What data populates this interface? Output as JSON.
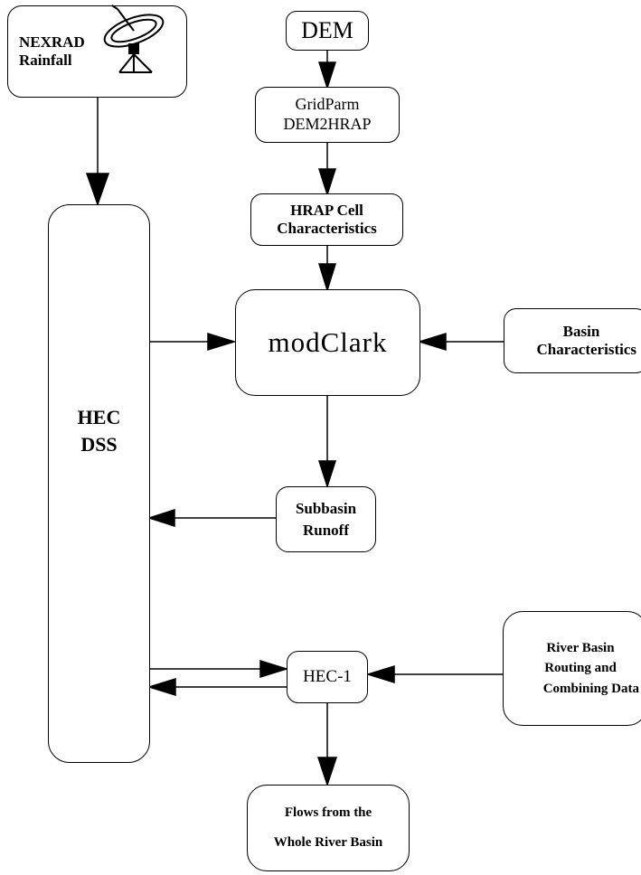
{
  "nodes": {
    "nexrad": {
      "line1": "NEXRAD",
      "line2": "Rainfall",
      "icon": "radar-dish-icon"
    },
    "dem": {
      "label": "DEM"
    },
    "gridparm": {
      "line1": "GridParm",
      "line2": "DEM2HRAP"
    },
    "hrap": {
      "line1": "HRAP Cell",
      "line2": "Characteristics"
    },
    "modclark": {
      "label": "modClark"
    },
    "basin": {
      "line1": "Basin",
      "line2": "Characteristics"
    },
    "hecdss": {
      "line1": "HEC",
      "line2": "DSS"
    },
    "subbasin": {
      "line1": "Subbasin",
      "line2": "Runoff"
    },
    "hec1": {
      "label": "HEC-1"
    },
    "riverbasin": {
      "line1": "River Basin",
      "line2": "Routing and",
      "line3": "Combining Data"
    },
    "flows": {
      "line1": "Flows from the",
      "line2": "Whole River Basin"
    }
  },
  "colors": {
    "stroke": "#000000",
    "background": "#ffffff"
  }
}
